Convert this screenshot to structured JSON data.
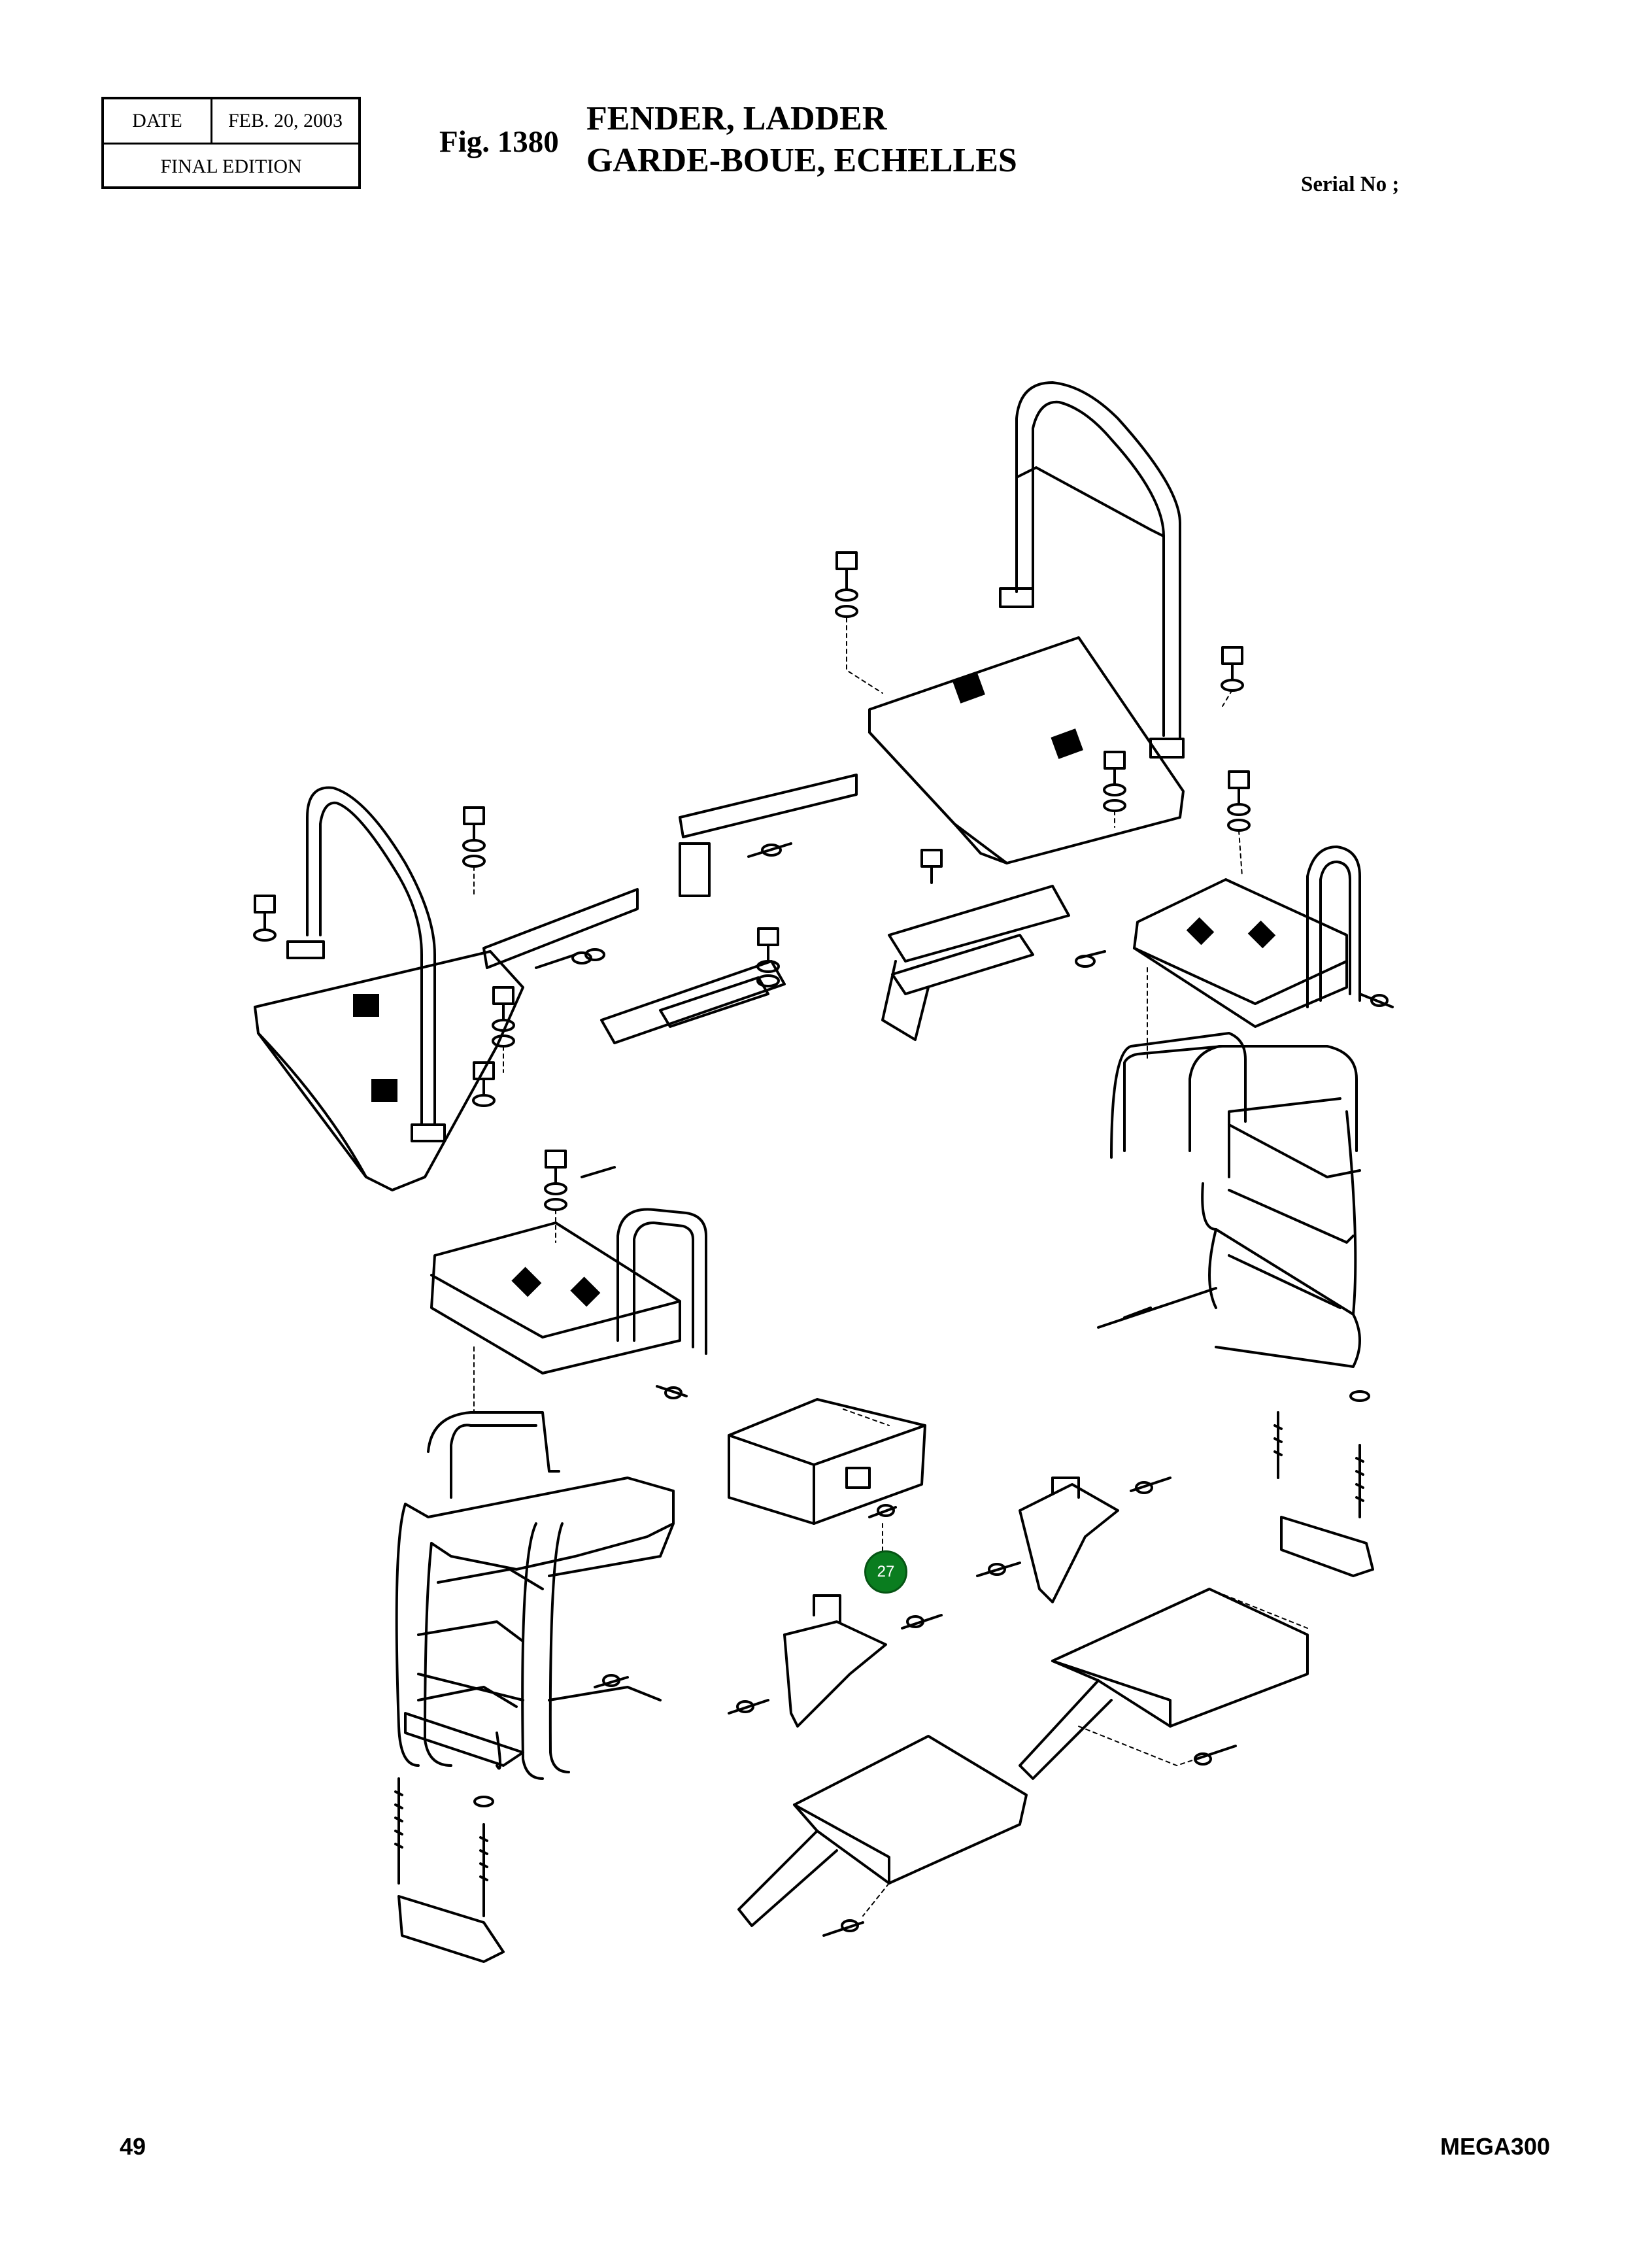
{
  "header": {
    "date_label": "DATE",
    "date_value": "FEB. 20, 2003",
    "edition": "FINAL EDITION",
    "fig_number": "Fig. 1380",
    "title_en": "FENDER, LADDER",
    "title_fr": "GARDE-BOUE, ECHELLES",
    "serial_label": "Serial No ;"
  },
  "diagram": {
    "callouts": [
      {
        "label": "27",
        "color": "#0a7d1f"
      }
    ]
  },
  "footer": {
    "page_number": "49",
    "model": "MEGA300"
  }
}
